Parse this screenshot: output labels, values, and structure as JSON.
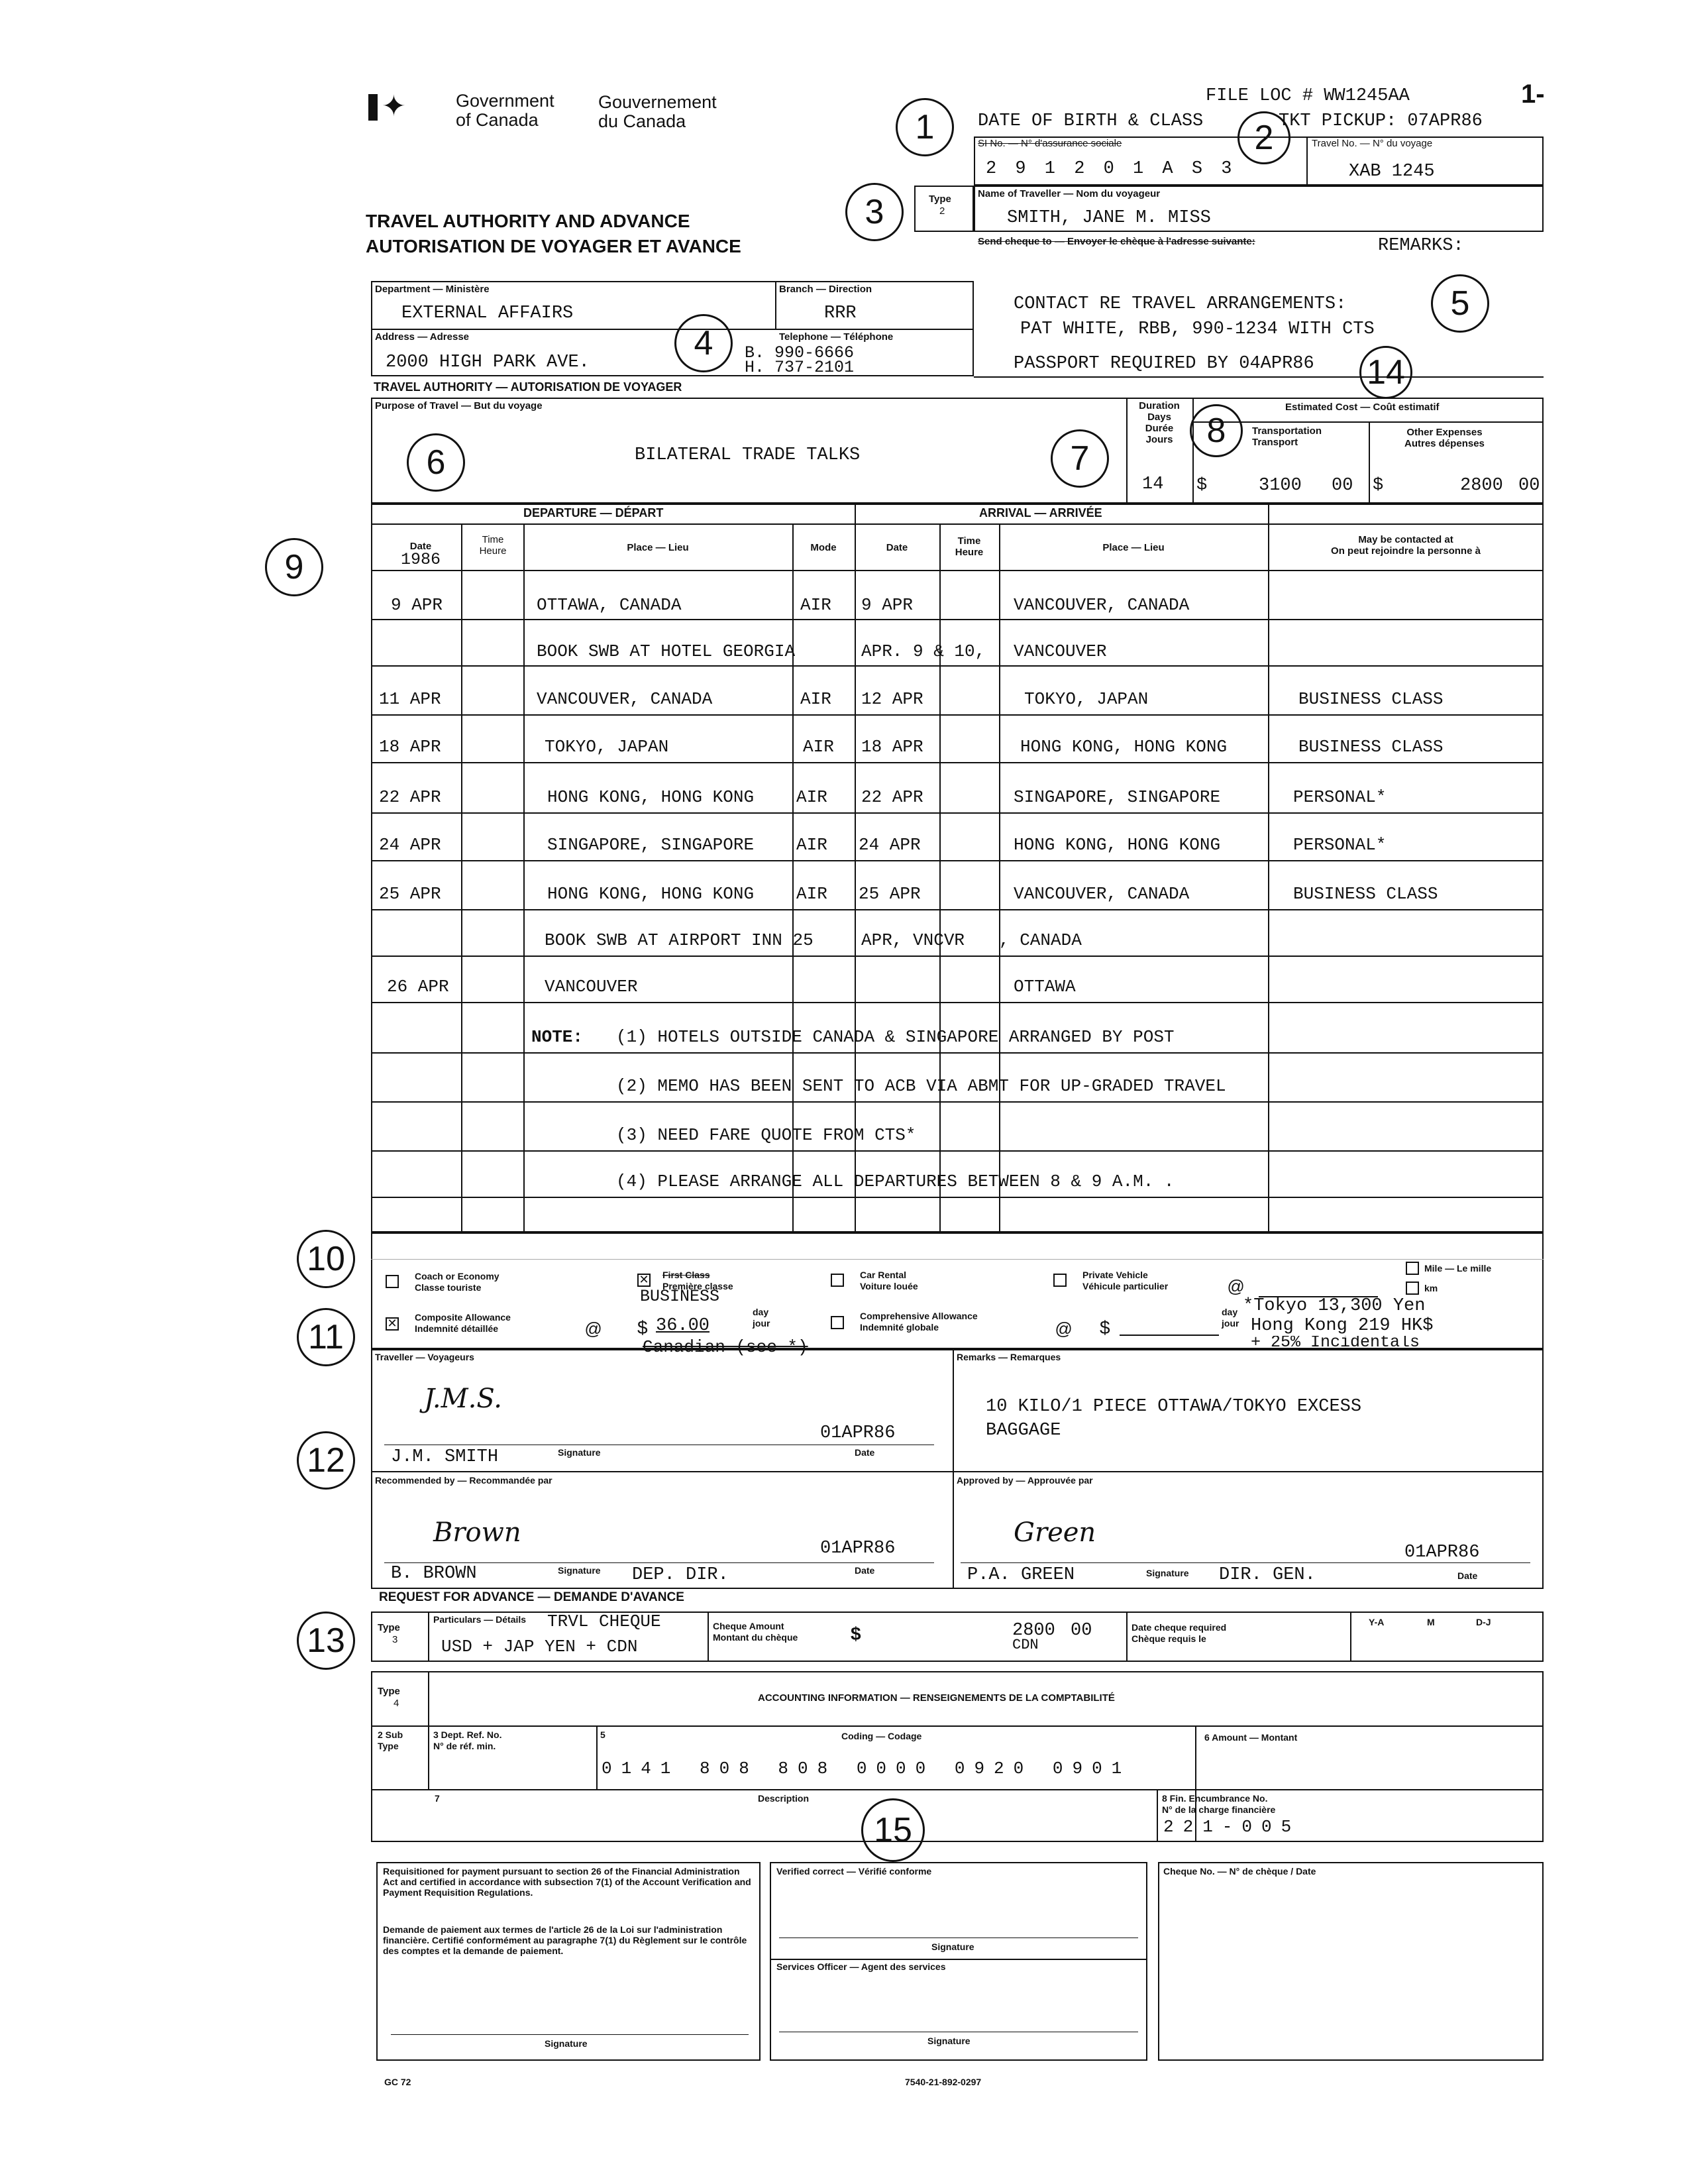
{
  "header": {
    "govt_en_1": "Government",
    "govt_en_2": "of Canada",
    "govt_fr_1": "Gouvernement",
    "govt_fr_2": "du Canada",
    "file_loc": "FILE LOC # WW1245AA",
    "page_mark": "1-",
    "dob_class": "DATE OF BIRTH & CLASS",
    "tkt_pickup": "TKT PICKUP: 07APR86",
    "sin_label": "SI No. — N° d'assurance sociale",
    "sin_value": "2 9 1  2 0 1  A S 3",
    "travel_no_label": "Travel No. — N° du voyage",
    "travel_no_value": "XAB 1245",
    "type_label": "Type",
    "type_value": "2",
    "traveller_label": "Name of Traveller — Nom du voyageur",
    "traveller_value": "SMITH,  JANE M. MISS",
    "send_cheque_label": "Send cheque to — Envoyer le chèque à l'adresse suivante:",
    "remarks": "REMARKS:",
    "title_en": "TRAVEL AUTHORITY AND ADVANCE",
    "title_fr": "AUTORISATION DE VOYAGER ET AVANCE"
  },
  "department": {
    "dept_label": "Department — Ministère",
    "dept_value": "EXTERNAL AFFAIRS",
    "branch_label": "Branch — Direction",
    "branch_value": "RRR",
    "address_label": "Address — Adresse",
    "address_value": "2000 HIGH PARK AVE.",
    "phone_label": "Telephone — Téléphone",
    "phone_b": "B. 990-6666",
    "phone_h": "H. 737-2101",
    "contact_1": "CONTACT RE TRAVEL ARRANGEMENTS:",
    "contact_2": "PAT WHITE, RBB, 990-1234 WITH CTS",
    "contact_3": "PASSPORT REQUIRED BY 04APR86"
  },
  "authority": {
    "section_title": "TRAVEL AUTHORITY — AUTORISATION DE VOYAGER",
    "purpose_label": "Purpose of Travel — But du voyage",
    "purpose_value": "BILATERAL TRADE TALKS",
    "duration_label_1": "Duration",
    "duration_label_2": "Days",
    "duration_label_3": "Durée",
    "duration_label_4": "Jours",
    "duration_value": "14",
    "est_cost_label": "Estimated Cost — Coût estimatif",
    "transport_label_1": "Transportation",
    "transport_label_2": "Transport",
    "transport_currency": "$",
    "transport_value": "3100",
    "transport_cents": "00",
    "other_label_1": "Other Expenses",
    "other_label_2": "Autres dépenses",
    "other_currency": "$",
    "other_value": "2800",
    "other_cents": "00"
  },
  "itinerary": {
    "departure_title": "DEPARTURE — DÉPART",
    "arrival_title": "ARRIVAL — ARRIVÉE",
    "h_date": "Date",
    "h_year": "1986",
    "h_time_1": "Time",
    "h_time_2": "Heure",
    "h_place": "Place — Lieu",
    "h_mode": "Mode",
    "h_date2": "Date",
    "h_time2_1": "Time",
    "h_time2_2": "Heure",
    "h_place2": "Place — Lieu",
    "h_contact_1": "May be contacted at",
    "h_contact_2": "On peut rejoindre la personne à",
    "rows": [
      {
        "dep_date": "9 APR",
        "dep_place": "OTTAWA, CANADA",
        "mode": "AIR",
        "arr_date": "9 APR",
        "arr_place": "VANCOUVER, CANADA",
        "contact": ""
      },
      {
        "dep_date": "",
        "dep_place": "BOOK SWB AT HOTEL GEORGIA",
        "mode": "",
        "arr_date": "APR. 9 & 10,",
        "arr_place": "VANCOUVER",
        "contact": ""
      },
      {
        "dep_date": "11 APR",
        "dep_place": "VANCOUVER, CANADA",
        "mode": "AIR",
        "arr_date": "12 APR",
        "arr_place": "TOKYO, JAPAN",
        "contact": "BUSINESS CLASS"
      },
      {
        "dep_date": "18 APR",
        "dep_place": "TOKYO, JAPAN",
        "mode": "AIR",
        "arr_date": "18 APR",
        "arr_place": "HONG KONG, HONG KONG",
        "contact": "BUSINESS CLASS"
      },
      {
        "dep_date": "22 APR",
        "dep_place": "HONG KONG, HONG KONG",
        "mode": "AIR",
        "arr_date": "22 APR",
        "arr_place": "SINGAPORE, SINGAPORE",
        "contact": "PERSONAL*"
      },
      {
        "dep_date": "24 APR",
        "dep_place": "SINGAPORE, SINGAPORE",
        "mode": "AIR",
        "arr_date": "24 APR",
        "arr_place": "HONG KONG, HONG KONG",
        "contact": "PERSONAL*"
      },
      {
        "dep_date": "25 APR",
        "dep_place": "HONG KONG, HONG KONG",
        "mode": "AIR",
        "arr_date": "25 APR",
        "arr_place": "VANCOUVER, CANADA",
        "contact": "BUSINESS CLASS"
      },
      {
        "dep_date": "",
        "dep_place": "BOOK SWB AT AIRPORT INN 25",
        "mode": "",
        "arr_date": "APR, VNCVR",
        "arr_place": ", CANADA",
        "contact": ""
      },
      {
        "dep_date": "26 APR",
        "dep_place": "VANCOUVER",
        "mode": "",
        "arr_date": "",
        "arr_place": "OTTAWA",
        "contact": ""
      }
    ],
    "note_label": "NOTE:",
    "notes": [
      "(1)  HOTELS OUTSIDE CANADA & SINGAPORE ARRANGED BY POST",
      "(2)  MEMO HAS BEEN SENT TO ACB VIA ABMT FOR UP-GRADED TRAVEL",
      "(3)  NEED FARE QUOTE FROM CTS*",
      "(4) PLEASE ARRANGE ALL DEPARTURES BETWEEN 8 & 9 A.M. ."
    ]
  },
  "options": {
    "coach_1": "Coach or Economy",
    "coach_2": "Classe touriste",
    "first_1": "First Class",
    "first_2": "Première classe",
    "first_note": "BUSINESS",
    "car_1": "Car Rental",
    "car_2": "Voiture louée",
    "private_1": "Private Vehicle",
    "private_2": "Véhicule particulier",
    "at_sign": "@",
    "mile": "Mile — Le mille",
    "km": "km",
    "composite_1": "Composite Allowance",
    "composite_2": "Indemnité détaillée",
    "composite_at": "@",
    "composite_currency": "$",
    "composite_value": "36.00",
    "day_1": "day",
    "day_2": "jour",
    "canadian_note": "Canadian (see *)",
    "comprehensive_1": "Comprehensive Allowance",
    "comprehensive_2": "Indemnité globale",
    "comp_at": "@",
    "comp_currency": "$",
    "comp_day_1": "day",
    "comp_day_2": "jour",
    "rates_1": "*Tokyo 13,300 Yen",
    "rates_2": "Hong Kong 219 HK$",
    "rates_3": "+ 25% Incidentals"
  },
  "signatures": {
    "traveller_label": "Traveller — Voyageurs",
    "traveller_name": "J.M. SMITH",
    "signature_label": "Signature",
    "traveller_date": "01APR86",
    "date_label": "Date",
    "remarks_label": "Remarks — Remarques",
    "remarks_1": "10 KILO/1 PIECE OTTAWA/TOKYO EXCESS",
    "remarks_2": "BAGGAGE",
    "recommended_label": "Recommended by — Recommandée par",
    "recommended_name": "B. BROWN",
    "recommended_title": "DEP. DIR.",
    "recommended_date": "01APR86",
    "approved_label": "Approved by — Approuvée par",
    "approved_name": "P.A. GREEN",
    "approved_title": "DIR. GEN.",
    "approved_date": "01APR86"
  },
  "advance": {
    "section_title": "REQUEST FOR ADVANCE — DEMANDE D'AVANCE",
    "type_label": "Type",
    "type_value": "3",
    "particulars_label": "Particulars — Détails",
    "particulars_1": "TRVL CHEQUE",
    "particulars_2": "USD + JAP YEN + CDN",
    "amount_label_1": "Cheque Amount",
    "amount_label_2": "Montant du chèque",
    "amount_currency": "$",
    "amount_value": "2800",
    "amount_cents": "00",
    "amount_note": "CDN",
    "date_req_label_1": "Date cheque required",
    "date_req_label_2": "Chèque requis le",
    "ya": "Y-A",
    "m": "M",
    "dj": "D-J"
  },
  "accounting": {
    "type_label": "Type",
    "type_value": "4",
    "title": "ACCOUNTING INFORMATION — RENSEIGNEMENTS DE LA COMPTABILITÉ",
    "sub_label_1": "2 Sub",
    "sub_label_2": "Type",
    "dept_ref_1": "3  Dept. Ref. No.",
    "dept_ref_2": "N° de réf. min.",
    "coding_num": "5",
    "coding_label": "Coding — Codage",
    "coding_value": "0141 808 808 0000 0920 0901",
    "amount_label": "6  Amount — Montant",
    "desc_num": "7",
    "desc_label": "Description",
    "fin_label_1": "8  Fin. Encumbrance No.",
    "fin_label_2": "N° de la charge financière",
    "fin_value": "221-005"
  },
  "footer": {
    "req_text": "Requisitioned for payment pursuant to section 26 of the Financial Administration Act and certified in accordance with subsection 7(1) of the Account Verification and Payment Requisition Regulations.",
    "req_text_fr": "Demande de paiement aux termes de l'article 26 de la Loi sur l'administration financière. Certifié conformément au paragraphe 7(1) du Règlement sur le contrôle des comptes et la demande de paiement.",
    "signature_1": "Signature",
    "verified_label": "Verified correct — Vérifié conforme",
    "signature_2": "Signature",
    "services_label": "Services Officer — Agent des services",
    "signature_3": "Signature",
    "cheque_label": "Cheque No. — N° de chèque  /  Date",
    "form_no": "GC 72",
    "stock_no": "7540-21-892-0297"
  },
  "callouts": [
    "1",
    "2",
    "3",
    "4",
    "5",
    "6",
    "7",
    "8",
    "9",
    "10",
    "11",
    "12",
    "13",
    "14",
    "15"
  ]
}
